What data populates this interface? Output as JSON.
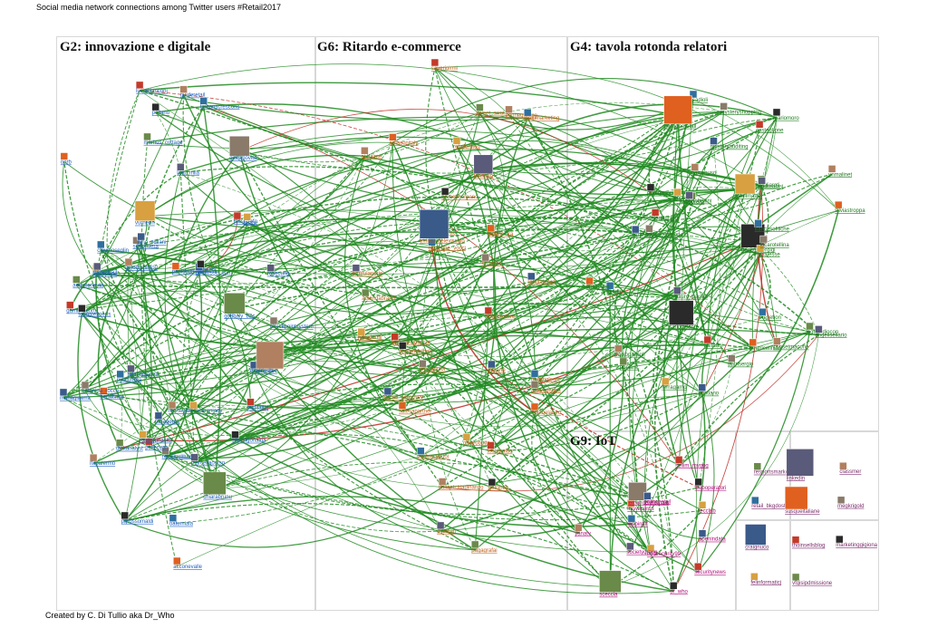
{
  "title": "Social media network connections among Twitter users #Retail2017",
  "credit": "Created by C. Di Tullio aka Dr_Who",
  "colors": {
    "edge": "#1e8a1e",
    "edge_highlight": "#c0281e",
    "g2_label": "#1f5fbf",
    "g6_label": "#c0601a",
    "g4_label": "#1e7a1e",
    "g9_label": "#b0107a",
    "misc_label": "#7a2a6a",
    "box_border": "#d8d8d8"
  },
  "groups": [
    {
      "id": "G2",
      "label": "G2: innovazione e digitale",
      "color_key": "g2_label",
      "nodes": [
        "checkpointsystem",
        "drvahpatov",
        "pugliaitaj",
        "silviorigoriaina",
        "ironceraniady",
        "chiarabrunu",
        "marcellacorso",
        "mortegian",
        "oatumiaia",
        "acconevalle",
        "retailinstitute",
        "paragouts",
        "pellecvan",
        "pgrossomaldi",
        "rosarpanasita",
        "dickanalyst",
        "pdatmigenza",
        "lfapalermo",
        "pulicomba",
        "bertolinim",
        "antonioa_rocco",
        "mariagiaerra",
        "gambit_cortu",
        "touristexperts",
        "luigispepe",
        "aegidioneyta",
        "garanzia3",
        "antoniopinto0",
        "claudioseglin",
        "oorb",
        "silviorivera",
        "pino_zullani",
        "luciabianconi",
        "pollano",
        "vurnerin",
        "marhus_cottage",
        "liviu_mila",
        "guideretail",
        "tmbanscrescons",
        "paolcodalm",
        "giulianovita",
        "pulglesse_com",
        "tassierefo",
        "gabriela",
        "lucky",
        "gottbaly_b2c",
        "rosecurio",
        "aidesia"
      ]
    },
    {
      "id": "G6",
      "label": "G6: Ritardo e-commerce",
      "color_key": "g6_label",
      "nodes": [
        "goldingleore",
        "manuelaiuro",
        "adiesatenna",
        "inciarte",
        "tespbraldo",
        "gelcintio",
        "giegrobutts",
        "pagagrafai",
        "giancarl",
        "italiaetcittadinanzo",
        "paoloscialdoi",
        "salesapartner",
        "mecapioioi",
        "social_searchev",
        "lastamezipaccoi",
        "paolomarinelli",
        "retradamir",
        "adiendabrand",
        "tentrulandrie",
        "ajdfalme",
        "giuseppe_vocci",
        "amazonitaly",
        "francesco_rao",
        "emmanuelevissuio",
        "saverioirmi",
        "grunechorpanc",
        "retailerblog",
        "sweet_swat",
        "trimedia",
        "pennegruppo",
        "maximarketing",
        "tartano_ira",
        "cmvsea",
        "retailatenet",
        "zioglicostore"
      ]
    },
    {
      "id": "G4",
      "label": "G4: tavola rotonda relatori",
      "color_key": "g4_label",
      "nodes": [
        "francesbergigi",
        "fattalesse",
        "logirandiocon",
        "angelisellario",
        "consetmacone",
        "prexetion",
        "beatriceliniaa",
        "patrisergio",
        "cristiano",
        "zaffarini",
        "carlogalante",
        "ferragamo",
        "poniare",
        "mauro_paulini",
        "paolopascoli",
        "sanatex",
        "opemiglio",
        "bruniaccapron",
        "carlovardo",
        "claraluciani",
        "marinanociani",
        "zortapio",
        "fiorella",
        "dariobellini",
        "gaicabuso",
        "tisadioli",
        "gestioneretail",
        "mysteryshopping",
        "mysteryauditing",
        "casteglione",
        "mariomoro",
        "retailmatter",
        "pagliaroti",
        "andrealasi",
        "unmalinet",
        "francesofiliche",
        "silviastroppa",
        "lucarotellina"
      ]
    },
    {
      "id": "G9",
      "label": "G9: IoT",
      "color_key": "g9_label",
      "nodes": [
        "apenindata",
        "securitynews",
        "dr_who",
        "infosecurity99",
        "sceccla",
        "societygroup",
        "yanatv",
        "webintiff",
        "luiswiceros",
        "emanuelefornaio",
        "ordinoretail",
        "sellim_mvgpg",
        "weboperatori",
        "lecclub"
      ]
    },
    {
      "id": "GX",
      "label": "",
      "color_key": "misc_label",
      "nodes": [
        "resportsmarket",
        "linkedin",
        "classmer",
        "retail_bkgdost",
        "susqueitaliane",
        "megkrigold",
        "craignuco",
        "thoinsellsblog",
        "marketinggigiona",
        "felinformaticj",
        "vfgisipdmissione"
      ]
    }
  ]
}
